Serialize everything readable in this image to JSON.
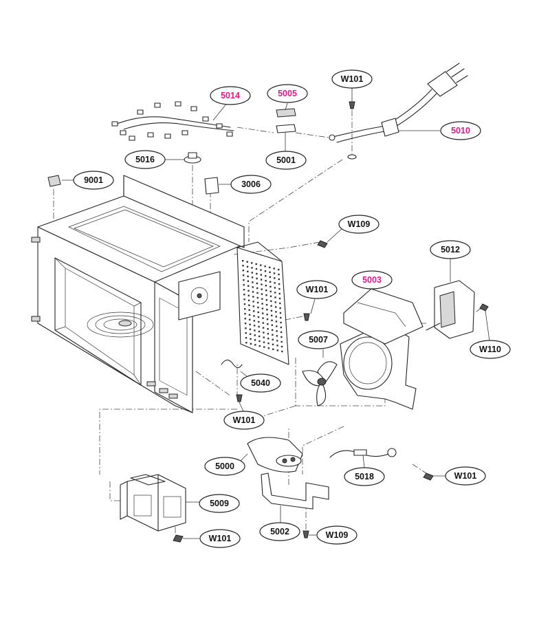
{
  "colors": {
    "standard_label": "#111111",
    "highlight_label": "#e0198a",
    "line": "#222222"
  },
  "callouts": [
    {
      "id": "c-5014",
      "label": "5014",
      "highlight": true
    },
    {
      "id": "c-5005",
      "label": "5005",
      "highlight": true
    },
    {
      "id": "c-w101-top",
      "label": "W101",
      "highlight": false
    },
    {
      "id": "c-5010",
      "label": "5010",
      "highlight": true
    },
    {
      "id": "c-5001",
      "label": "5001",
      "highlight": false
    },
    {
      "id": "c-5016",
      "label": "5016",
      "highlight": false
    },
    {
      "id": "c-9001",
      "label": "9001",
      "highlight": false
    },
    {
      "id": "c-3006",
      "label": "3006",
      "highlight": false
    },
    {
      "id": "c-w109-top",
      "label": "W109",
      "highlight": false
    },
    {
      "id": "c-5012",
      "label": "5012",
      "highlight": false
    },
    {
      "id": "c-w101-mid",
      "label": "W101",
      "highlight": false
    },
    {
      "id": "c-5003",
      "label": "5003",
      "highlight": true
    },
    {
      "id": "c-5007",
      "label": "5007",
      "highlight": false
    },
    {
      "id": "c-w110",
      "label": "W110",
      "highlight": false
    },
    {
      "id": "c-5040",
      "label": "5040",
      "highlight": false
    },
    {
      "id": "c-w101-low",
      "label": "W101",
      "highlight": false
    },
    {
      "id": "c-5000",
      "label": "5000",
      "highlight": false
    },
    {
      "id": "c-5018",
      "label": "5018",
      "highlight": false
    },
    {
      "id": "c-w101-right",
      "label": "W101",
      "highlight": false
    },
    {
      "id": "c-5009",
      "label": "5009",
      "highlight": false
    },
    {
      "id": "c-5002",
      "label": "5002",
      "highlight": false
    },
    {
      "id": "c-w109-bottom",
      "label": "W109",
      "highlight": false
    },
    {
      "id": "c-w101-bottom",
      "label": "W101",
      "highlight": false
    }
  ]
}
